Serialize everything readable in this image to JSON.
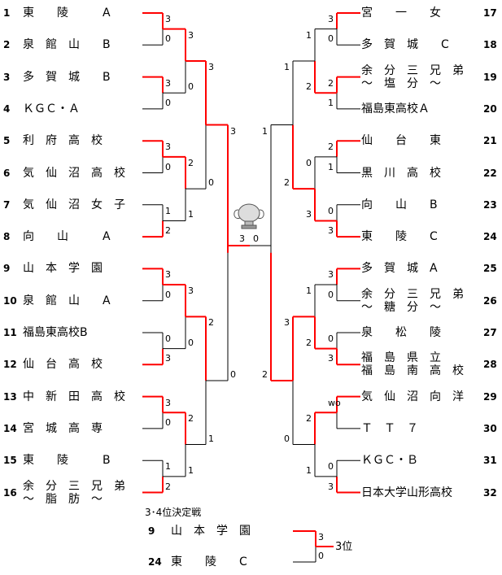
{
  "left_teams": [
    {
      "seed": "1",
      "name": "東　　陵　　　A"
    },
    {
      "seed": "2",
      "name": "泉　館　山　　B"
    },
    {
      "seed": "3",
      "name": "多　賀　城　　B"
    },
    {
      "seed": "4",
      "name": "ＫＧＣ・Ａ"
    },
    {
      "seed": "5",
      "name": "利　府　高　校"
    },
    {
      "seed": "6",
      "name": "気　仙　沼　高　校"
    },
    {
      "seed": "7",
      "name": "気　仙　沼　女　子"
    },
    {
      "seed": "8",
      "name": "向　　山　　　A"
    },
    {
      "seed": "9",
      "name": "山　本　学　園"
    },
    {
      "seed": "10",
      "name": "泉　館　山　　A"
    },
    {
      "seed": "11",
      "name": "福島東高校B"
    },
    {
      "seed": "12",
      "name": "仙　台　高　校"
    },
    {
      "seed": "13",
      "name": "中　新　田　高　校"
    },
    {
      "seed": "14",
      "name": "宮　城　高　専"
    },
    {
      "seed": "15",
      "name": "東　　陵　　　B"
    },
    {
      "seed": "16",
      "name": "余　分　三　兄　弟",
      "name2": "～　脂　肪　～"
    }
  ],
  "right_teams": [
    {
      "seed": "17",
      "name": "宮　　一　　女"
    },
    {
      "seed": "18",
      "name": "多　賀　城　　C"
    },
    {
      "seed": "19",
      "name": "余　分　三　兄　弟",
      "name2": "～　塩　分　～"
    },
    {
      "seed": "20",
      "name": "福島東高校Ａ"
    },
    {
      "seed": "21",
      "name": "仙　　台　　東"
    },
    {
      "seed": "22",
      "name": "黒　川　高　校"
    },
    {
      "seed": "23",
      "name": "向　　山　　B"
    },
    {
      "seed": "24",
      "name": "東　　陵　　C"
    },
    {
      "seed": "25",
      "name": "多　賀　城　A"
    },
    {
      "seed": "26",
      "name": "余　分　三　兄　弟",
      "name2": "～　糖　分　～"
    },
    {
      "seed": "27",
      "name": "泉　　松　　陵"
    },
    {
      "seed": "28",
      "name": "福　島　県　立",
      "name2": "福　島　南　高　校"
    },
    {
      "seed": "29",
      "name": "気　仙　沼　向　洋"
    },
    {
      "seed": "30",
      "name": "Ｔ　Ｔ　７"
    },
    {
      "seed": "31",
      "name": "ＫＧＣ・Ｂ"
    },
    {
      "seed": "32",
      "name": "日本大学山形高校"
    }
  ],
  "scores": {
    "l_r1": [
      [
        "3",
        "0"
      ],
      [
        "3",
        "0"
      ],
      [
        "3",
        "0"
      ],
      [
        "1",
        "2"
      ],
      [
        "3",
        "0"
      ],
      [
        "0",
        "3"
      ],
      [
        "3",
        "0"
      ],
      [
        "1",
        "2"
      ]
    ],
    "l_r2": [
      [
        "3",
        "0"
      ],
      [
        "2",
        "1"
      ],
      [
        "3",
        "0"
      ],
      [
        "2",
        "1"
      ]
    ],
    "l_r3": [
      [
        "3",
        "0"
      ],
      [
        "2",
        "1"
      ]
    ],
    "l_r4": [
      "3",
      "0"
    ],
    "r_r1": [
      [
        "3",
        "0"
      ],
      [
        "2",
        "1"
      ],
      [
        "2",
        "1"
      ],
      [
        "0",
        "3"
      ],
      [
        "3",
        "0"
      ],
      [
        "0",
        "3"
      ],
      [
        "wo",
        ""
      ],
      [
        "0",
        "3"
      ]
    ],
    "r_r2": [
      [
        "1",
        "2"
      ],
      [
        "0",
        "3"
      ],
      [
        "1",
        "2"
      ],
      [
        "2",
        "1"
      ]
    ],
    "r_r3": [
      [
        "1",
        "2"
      ],
      [
        "3",
        "0"
      ]
    ],
    "r_r4": [
      "1",
      "2"
    ],
    "final": [
      "3",
      "0"
    ]
  },
  "third_place": {
    "title": "3･4位決定戦",
    "teams": [
      {
        "seed": "9",
        "name": "山　本　学　園"
      },
      {
        "seed": "24",
        "name": "東　　陵　　C"
      }
    ],
    "scores": [
      "3",
      "0"
    ],
    "result": "3位"
  },
  "icons": {
    "trophy": "trophy-icon"
  },
  "colors": {
    "win": "#ff0000",
    "line": "#000000",
    "text": "#000000"
  }
}
